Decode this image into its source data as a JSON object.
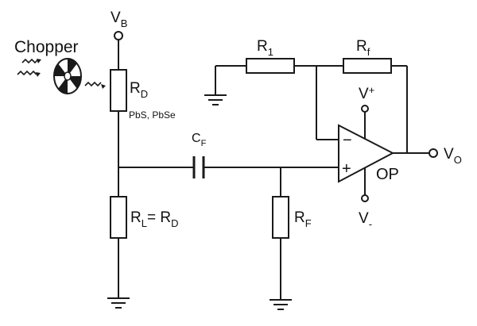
{
  "labels": {
    "vb": {
      "main": "V",
      "sub": "B"
    },
    "chopper": "Chopper",
    "rd": {
      "main": "R",
      "sub": "D"
    },
    "rd_material": "PbS, PbSe",
    "cf": {
      "main": "C",
      "sub": "F"
    },
    "rl": {
      "main": "R",
      "sub": "L",
      "suffix": "= R",
      "suffix_sub": "D"
    },
    "rf_lower": {
      "main": "R",
      "sub": "F"
    },
    "r1": {
      "main": "R",
      "sub": "1"
    },
    "rf_upper": {
      "main": "R",
      "sub": "f"
    },
    "vplus": {
      "main": "V",
      "sub": "+"
    },
    "vminus": {
      "main": "V",
      "sub": "-"
    },
    "op": "OP",
    "vo": {
      "main": "V",
      "sub": "O"
    },
    "minus_input": "−",
    "plus_input": "+"
  },
  "icons": {
    "chopper": "chopper-wheel-icon",
    "light": "light-wave-icon",
    "ground": "ground-icon",
    "terminal": "open-terminal-icon"
  },
  "colors": {
    "stroke": "#1a1a1a",
    "fill": "#ffffff",
    "text": "#111111"
  }
}
